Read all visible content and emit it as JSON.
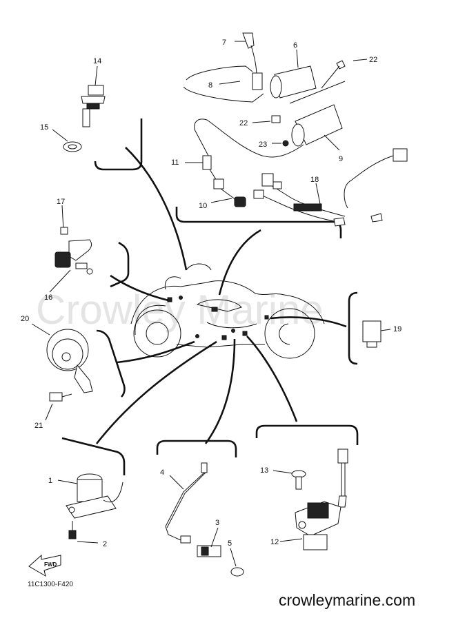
{
  "diagram": {
    "watermark": "Crowley Marine",
    "drawing_code": "11C1300-F420",
    "site": "crowleymarine.com",
    "fwd_label": "FWD",
    "callouts": [
      {
        "id": "1",
        "label": "1"
      },
      {
        "id": "2",
        "label": "2"
      },
      {
        "id": "3",
        "label": "3"
      },
      {
        "id": "4",
        "label": "4"
      },
      {
        "id": "5",
        "label": "5"
      },
      {
        "id": "6",
        "label": "6"
      },
      {
        "id": "7",
        "label": "7"
      },
      {
        "id": "8",
        "label": "8"
      },
      {
        "id": "9",
        "label": "9"
      },
      {
        "id": "10",
        "label": "10"
      },
      {
        "id": "11",
        "label": "11"
      },
      {
        "id": "12",
        "label": "12"
      },
      {
        "id": "13",
        "label": "13"
      },
      {
        "id": "14",
        "label": "14"
      },
      {
        "id": "15",
        "label": "15"
      },
      {
        "id": "16",
        "label": "16"
      },
      {
        "id": "17",
        "label": "17"
      },
      {
        "id": "18",
        "label": "18"
      },
      {
        "id": "19",
        "label": "19"
      },
      {
        "id": "20",
        "label": "20"
      },
      {
        "id": "21",
        "label": "21"
      },
      {
        "id": "22a",
        "label": "22"
      },
      {
        "id": "22b",
        "label": "22"
      },
      {
        "id": "23",
        "label": "23"
      }
    ]
  }
}
